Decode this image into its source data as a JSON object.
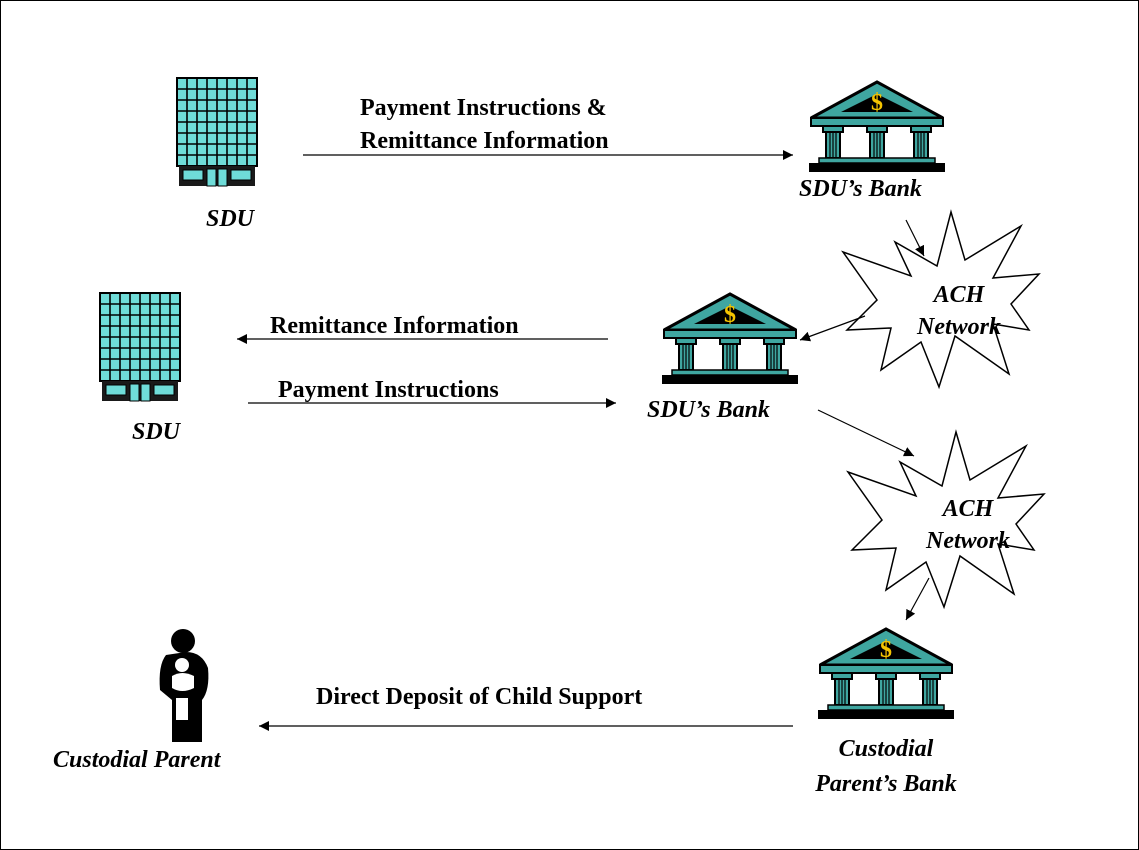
{
  "colors": {
    "building_fill": "#6fdcd8",
    "bank_fill": "#3fa6a0",
    "dollar": "#f5c400",
    "ink": "#000000",
    "background": "#ffffff"
  },
  "icons": {
    "sdu_building": "office-building-icon",
    "bank": "bank-building-icon",
    "parent": "parent-and-child-icon",
    "network": "starburst-icon"
  },
  "nodes": {
    "sdu_top": {
      "label": "SDU"
    },
    "sdu_mid": {
      "label": "SDU"
    },
    "bank_top": {
      "label": "SDU’s Bank",
      "symbol": "$"
    },
    "bank_mid": {
      "label": "SDU’s Bank",
      "symbol": "$"
    },
    "bank_bottom": {
      "label_line1": "Custodial",
      "label_line2": "Parent’s Bank",
      "symbol": "$"
    },
    "ach_1": {
      "line1": "ACH",
      "line2": "Network"
    },
    "ach_2": {
      "line1": "ACH",
      "line2": "Network"
    },
    "parent": {
      "label": "Custodial Parent"
    }
  },
  "edges": {
    "top_flow": {
      "line1": "Payment Instructions &",
      "line2": "Remittance Information"
    },
    "remittance": {
      "label": "Remittance Information"
    },
    "payment": {
      "label": "Payment Instructions"
    },
    "deposit": {
      "label": "Direct Deposit of Child Support"
    }
  }
}
